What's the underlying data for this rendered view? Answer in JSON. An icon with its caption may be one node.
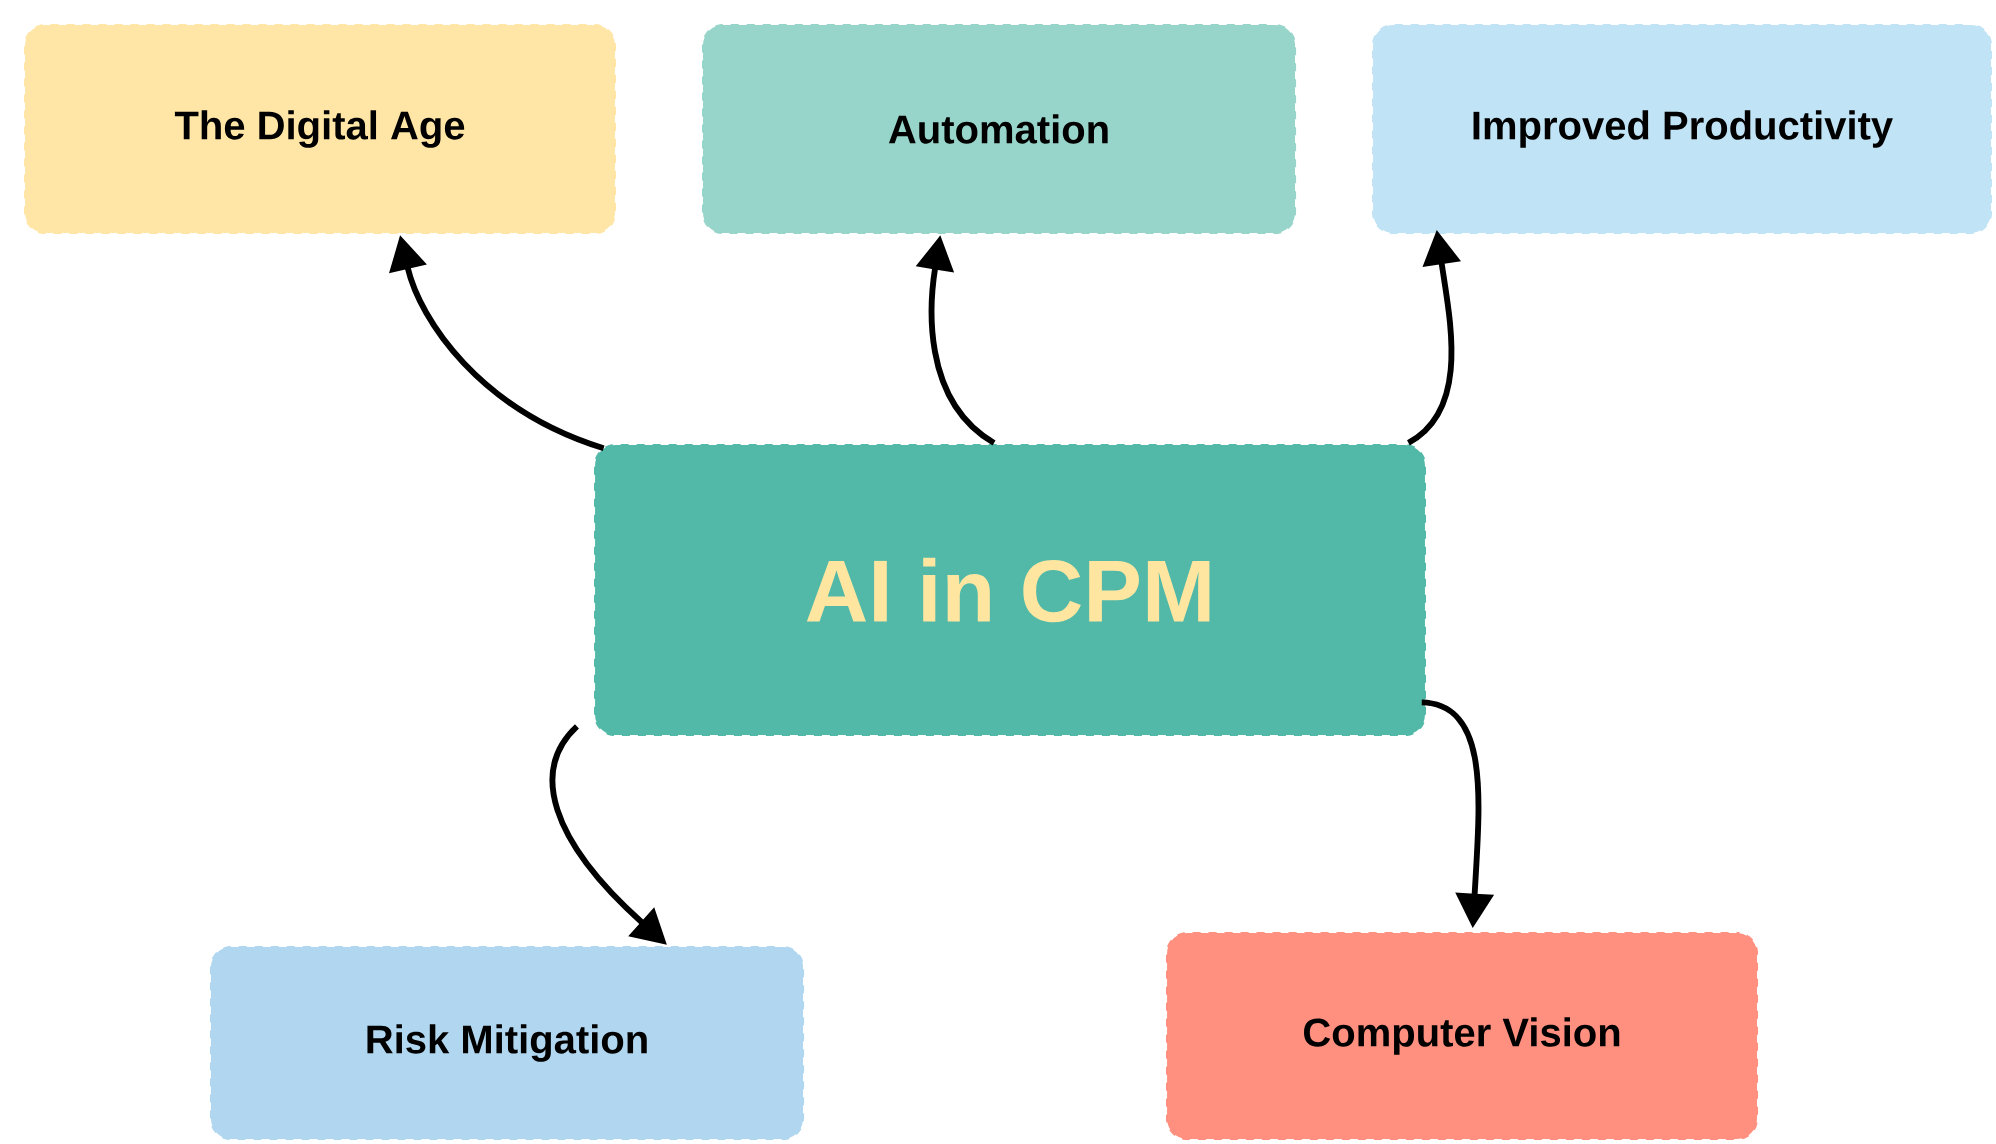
{
  "diagram": {
    "nodes": [
      {
        "text": [
          "AI in CPM"
        ]
      },
      {
        "text": [
          "The Digital Age"
        ]
      },
      {
        "text": [
          "Automation"
        ]
      },
      {
        "text": [
          "Improved Productivity"
        ]
      },
      {
        "text": [
          "Risk Mitigation"
        ]
      },
      {
        "text": [
          "Computer Vision"
        ]
      }
    ],
    "edges": [
      {
        "from": 0,
        "to": 1,
        "arrow": "to"
      },
      {
        "from": 0,
        "to": 2,
        "arrow": "to"
      },
      {
        "from": 0,
        "to": 3,
        "arrow": "to"
      },
      {
        "from": 0,
        "to": 4,
        "arrow": "to"
      },
      {
        "from": 0,
        "to": 5,
        "arrow": "to"
      }
    ]
  }
}
